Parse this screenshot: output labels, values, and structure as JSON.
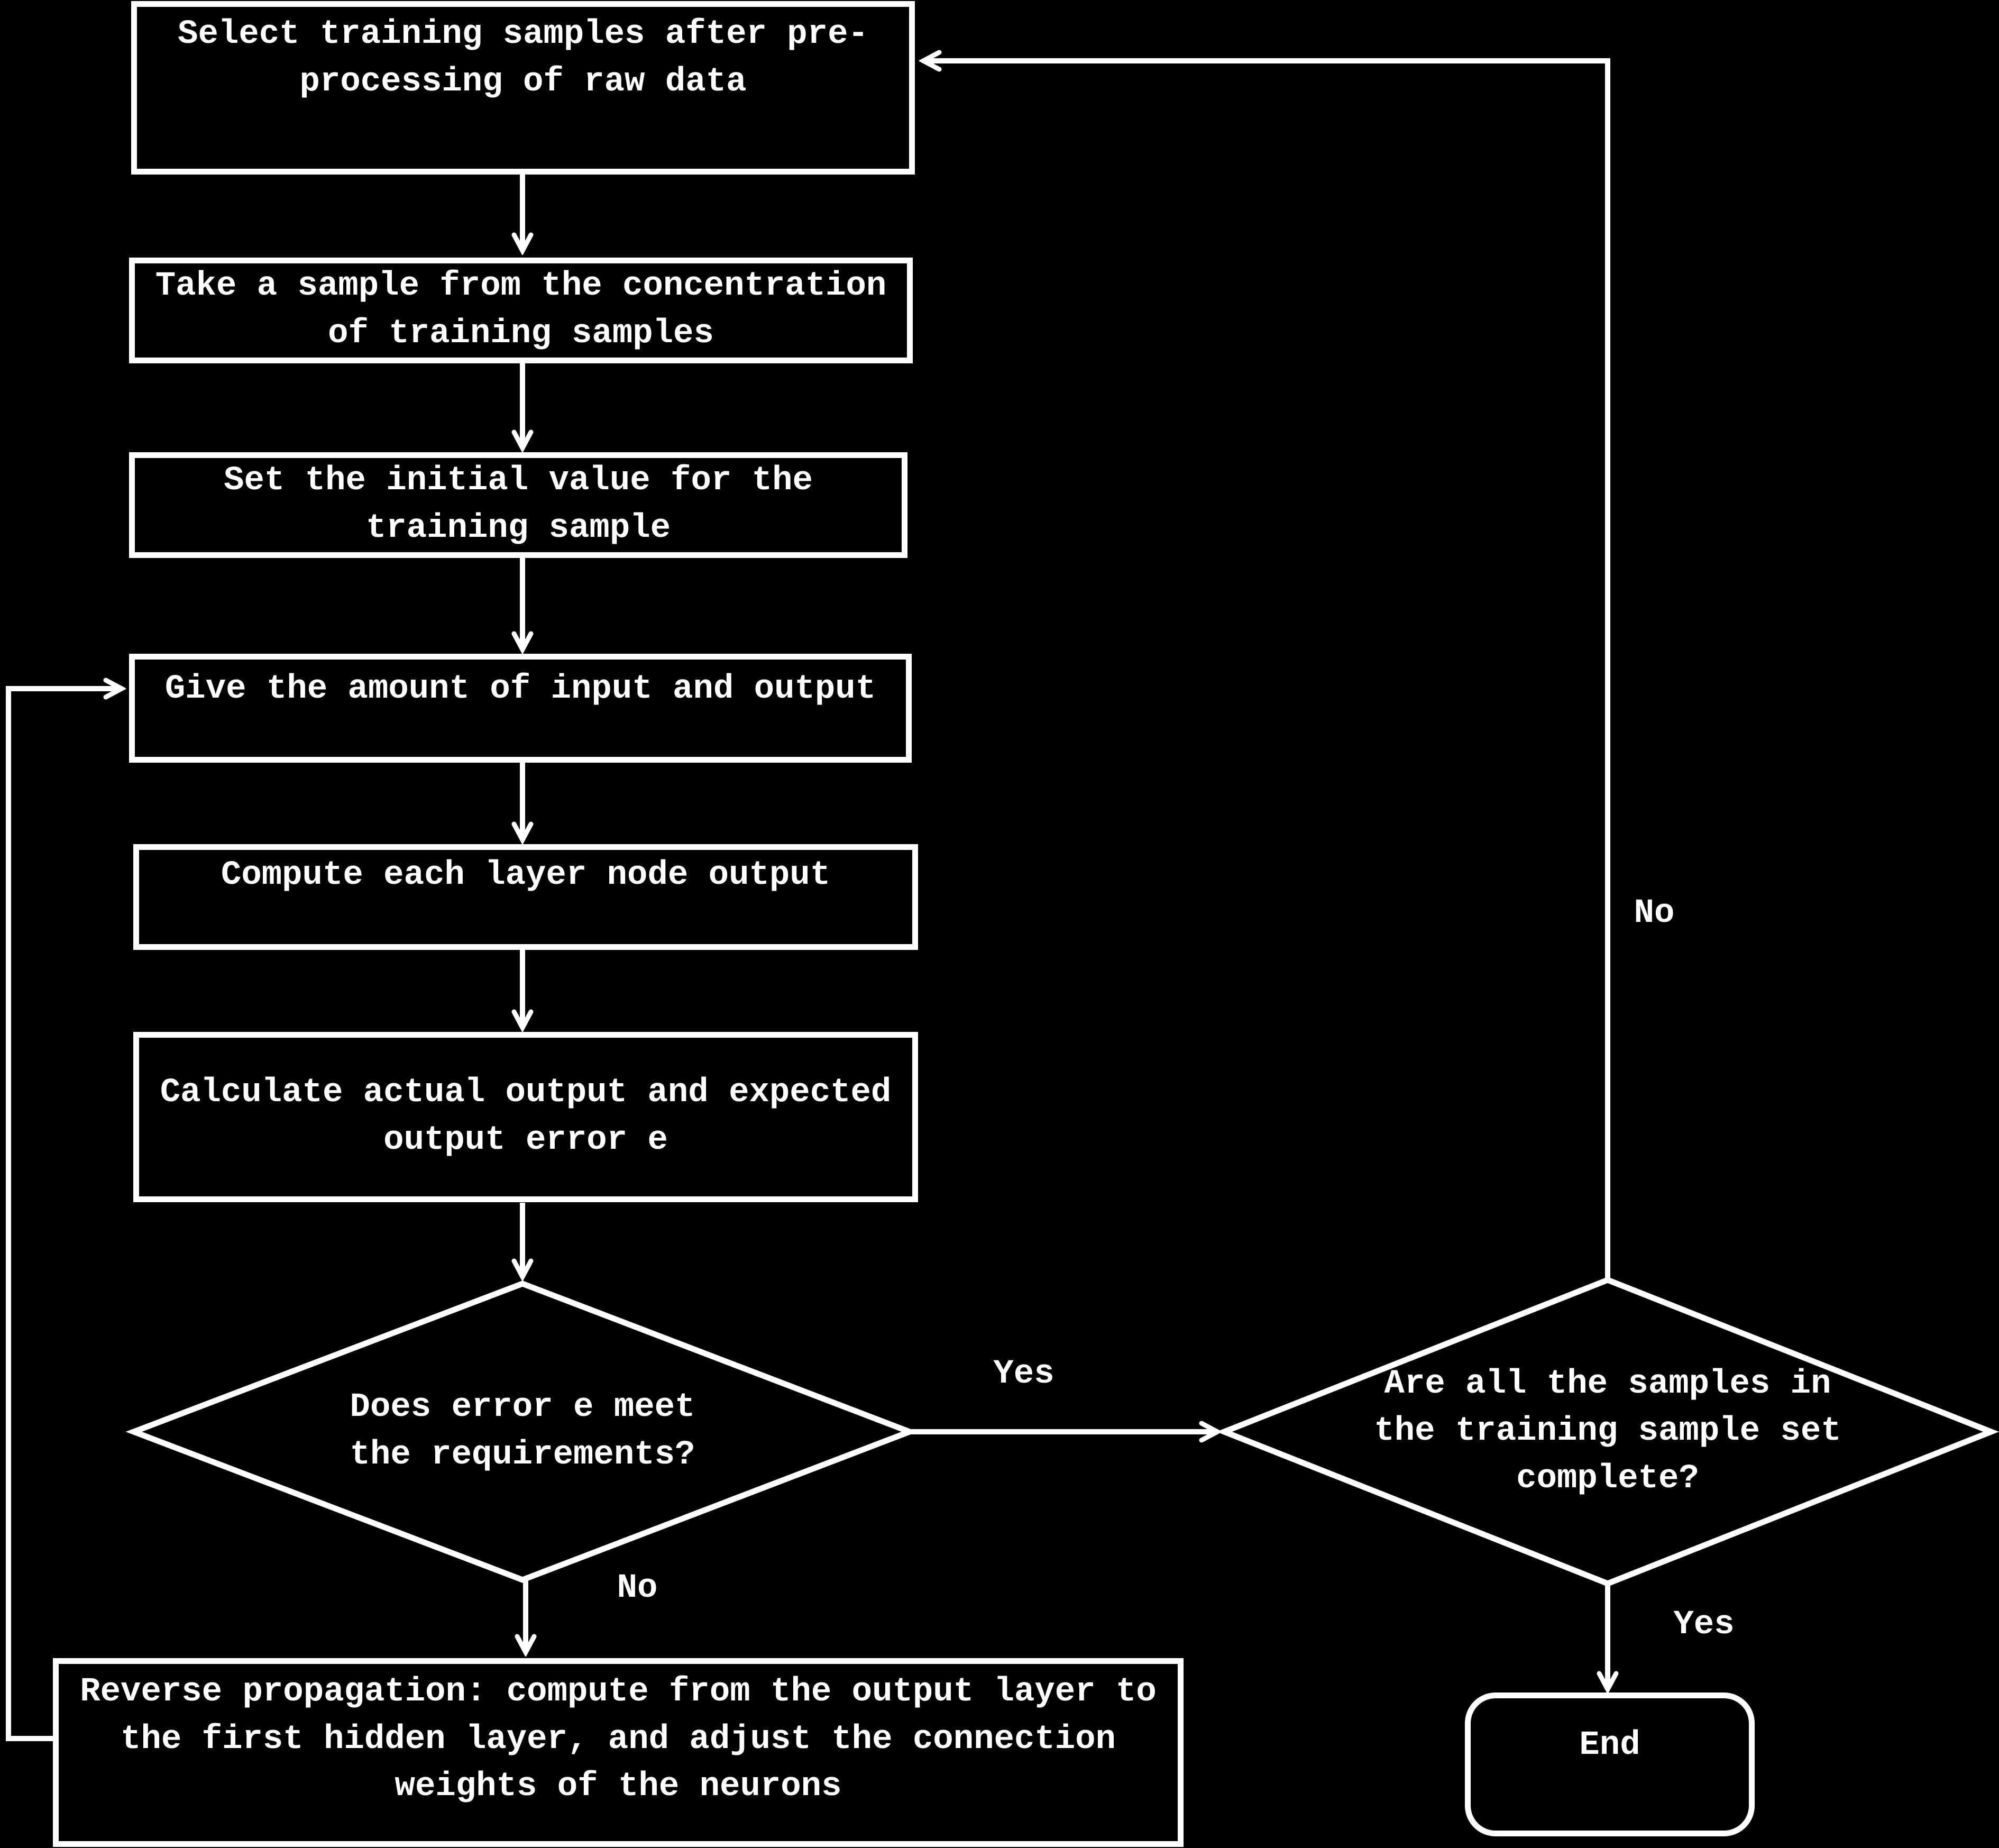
{
  "colors": {
    "background": "#000000",
    "line": "#ffffff",
    "text": "#ffffff"
  },
  "nodes": {
    "select_samples": {
      "label": "Select training samples after pre-processing of raw data"
    },
    "take_sample": {
      "label": "Take a sample from the concentration of training samples"
    },
    "set_initial_value": {
      "label": "Set the initial value for the training sample"
    },
    "give_amount": {
      "label": "Give the amount of input and output"
    },
    "compute_node_output": {
      "label": "Compute each layer node output"
    },
    "calculate_error": {
      "label": "Calculate actual output and expected output error e"
    },
    "error_decision": {
      "label": "Does error e meet the requirements?"
    },
    "samples_decision": {
      "label": "Are all the samples in the training sample set complete?"
    },
    "reverse_propagation": {
      "label": "Reverse propagation: compute from the output layer to the first hidden layer, and adjust the connection weights of the neurons"
    },
    "end_node": {
      "label": "End"
    }
  },
  "edge_labels": {
    "error_decision_yes": "Yes",
    "error_decision_no": "No",
    "samples_decision_no": "No",
    "samples_decision_yes": "Yes"
  }
}
